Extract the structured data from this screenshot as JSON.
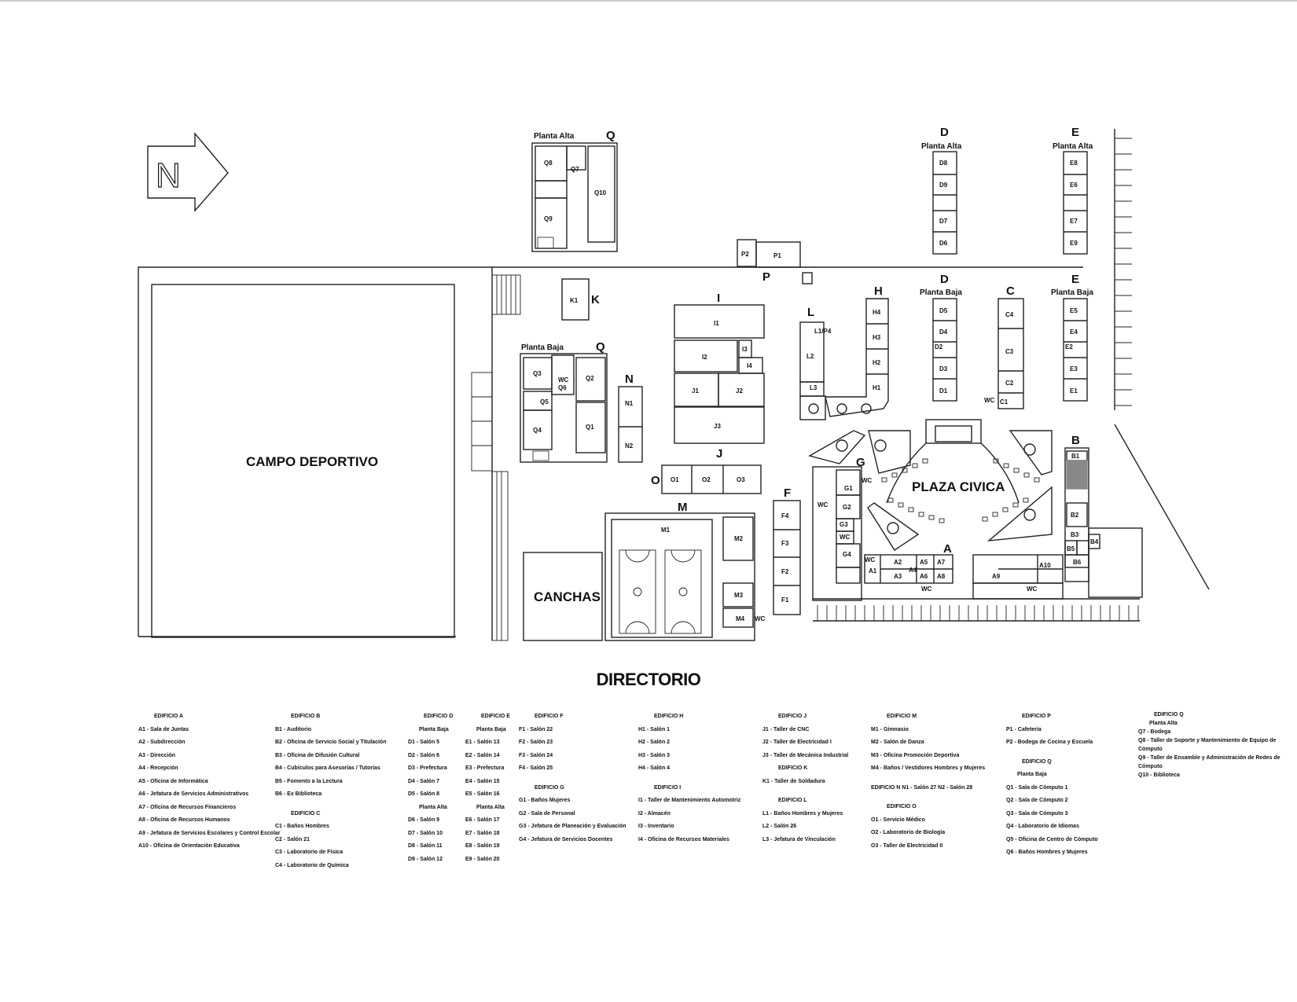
{
  "map": {
    "north_label": "N",
    "campo": "CAMPO DEPORTIVO",
    "canchas": "CANCHAS",
    "plaza": "PLAZA CIVICA",
    "building_letters": {
      "A": "A",
      "B": "B",
      "C": "C",
      "D_top": "D",
      "D_bottom": "D",
      "E_top": "E",
      "E_bottom": "E",
      "H": "H",
      "I": "I",
      "J": "J",
      "K": "K",
      "L": "L",
      "M": "M",
      "N": "N",
      "O": "O",
      "P": "P",
      "F": "F",
      "G": "G",
      "Q_top": "Q",
      "Q_bottom": "Q"
    },
    "floor_labels": {
      "q_alta": "Planta Alta",
      "q_baja": "Planta Baja",
      "d_alta": "Planta Alta",
      "d_baja": "Planta Baja",
      "e_alta": "Planta Alta",
      "e_baja": "Planta Baja"
    },
    "rooms": {
      "q_alta": [
        "Q8",
        "Q7",
        "Q10",
        "Q9"
      ],
      "q_baja": [
        "Q3",
        "Q2",
        "Q5",
        "Q4",
        "Q1",
        "WC",
        "Q6"
      ],
      "d_alta": [
        "D8",
        "D9",
        "D7",
        "D6"
      ],
      "e_alta": [
        "E8",
        "E6",
        "E7",
        "E9"
      ],
      "d_baja": [
        "D5",
        "D4",
        "D2",
        "D3",
        "D1"
      ],
      "e_baja": [
        "E5",
        "E4",
        "E2",
        "E3",
        "E1"
      ],
      "c": [
        "C4",
        "C3",
        "C2",
        "C1",
        "WC"
      ],
      "h": [
        "H4",
        "H3",
        "H2",
        "H1"
      ],
      "l": [
        "L1/P4",
        "L2",
        "L3"
      ],
      "i": [
        "I1",
        "I2",
        "I3",
        "I4"
      ],
      "j": [
        "J1",
        "J2",
        "J3"
      ],
      "k": [
        "K1"
      ],
      "n": [
        "N1",
        "N2"
      ],
      "o": [
        "O1",
        "O2",
        "O3"
      ],
      "p": [
        "P2",
        "P1"
      ],
      "f": [
        "F4",
        "F3",
        "F2",
        "F1"
      ],
      "m": [
        "M1",
        "M2",
        "M3",
        "M4",
        "WC"
      ],
      "g": [
        "G1",
        "WC",
        "G2",
        "G3",
        "G4",
        "WC",
        "WC"
      ],
      "a": [
        "A1",
        "A2",
        "A3",
        "A4",
        "A5",
        "A6",
        "A7",
        "A8",
        "A9",
        "A10",
        "WC",
        "WC",
        "WC"
      ],
      "b": [
        "B1",
        "B2",
        "B3",
        "B4",
        "B5",
        "B6"
      ]
    }
  },
  "directory": {
    "title": "DIRECTORIO",
    "columns": [
      {
        "items": [
          {
            "t": "h",
            "v": "EDIFICIO A"
          },
          {
            "v": "A1 - Sala de Juntas"
          },
          {
            "v": "A2 - Subdirección"
          },
          {
            "v": "A3 - Dirección"
          },
          {
            "v": "A4 - Recepción"
          },
          {
            "v": "A5 - Oficina de Informática"
          },
          {
            "v": "A6 - Jefatura de Servicios Administrativos"
          },
          {
            "v": "A7 - Oficina de Recursos Financieros"
          },
          {
            "v": "A8 - Oficina de Recursos Humanos"
          },
          {
            "v": "A9 - Jefatura de Servicios Escolares y Control Escolar"
          },
          {
            "v": "A10 - Oficina de Orientación Educativa"
          }
        ]
      },
      {
        "items": [
          {
            "t": "h",
            "v": "EDIFICIO B"
          },
          {
            "v": "B1 - Auditorio"
          },
          {
            "v": "B2 - Oficina de Servicio Social y Titulación"
          },
          {
            "v": "B3 - Oficina de Difusión Cultural"
          },
          {
            "v": "B4 - Cubículos para Asesorías / Tutorías"
          },
          {
            "v": "B5 - Fomento a la Lectura"
          },
          {
            "v": "B6 - Ex Biblioteca"
          },
          {
            "t": "gap",
            "v": ""
          },
          {
            "t": "h",
            "v": "EDIFICIO C"
          },
          {
            "v": "C1 - Baños Hombres"
          },
          {
            "v": "C2 - Salón 21"
          },
          {
            "v": "C3 - Laboratorio de Física"
          },
          {
            "v": "C4 - Laboratorio de Química"
          }
        ]
      },
      {
        "items": [
          {
            "t": "h",
            "v": "EDIFICIO D"
          },
          {
            "t": "sub",
            "v": "Planta Baja"
          },
          {
            "v": "D1 - Salón 5"
          },
          {
            "v": "D2 - Salón 6"
          },
          {
            "v": "D3 - Prefectura"
          },
          {
            "v": "D4 - Salón 7"
          },
          {
            "v": "D5 - Salón 8"
          },
          {
            "t": "sub",
            "v": "Planta Alta"
          },
          {
            "v": "D6 - Salón 9"
          },
          {
            "v": "D7 - Salón 10"
          },
          {
            "v": "D8 - Salón 11"
          },
          {
            "v": "D9 - Salón 12"
          }
        ]
      },
      {
        "items": [
          {
            "t": "h",
            "v": "EDIFICIO E"
          },
          {
            "t": "sub",
            "v": "Planta Baja"
          },
          {
            "v": "E1 - Salón 13"
          },
          {
            "v": "E2 - Salón 14"
          },
          {
            "v": "E3 - Prefectura"
          },
          {
            "v": "E4 - Salón 15"
          },
          {
            "v": "E5 - Salón 16"
          },
          {
            "t": "sub",
            "v": "Planta Alta"
          },
          {
            "v": "E6 - Salón 17"
          },
          {
            "v": "E7 - Salón 18"
          },
          {
            "v": "E8 - Salón 19"
          },
          {
            "v": "E9 - Salón 20"
          }
        ]
      },
      {
        "items": [
          {
            "t": "h",
            "v": "EDIFICIO F"
          },
          {
            "v": "F1 - Salón 22"
          },
          {
            "v": "F2 - Salón 23"
          },
          {
            "v": "F3 - Salón 24"
          },
          {
            "v": "F4 - Salón 25"
          },
          {
            "t": "gap",
            "v": ""
          },
          {
            "t": "h",
            "v": "EDIFICIO G"
          },
          {
            "v": "G1 - Baños Mujeres"
          },
          {
            "v": "G2 - Sala de Personal"
          },
          {
            "v": "G3 - Jefatura de Planeación y Evaluación"
          },
          {
            "v": "G4 - Jefatura de Servicios Docentes"
          }
        ]
      },
      {
        "items": [
          {
            "t": "h",
            "v": "EDIFICIO H"
          },
          {
            "v": "H1 - Salón 1"
          },
          {
            "v": "H2 - Salón 2"
          },
          {
            "v": "H3 - Salón 3"
          },
          {
            "v": "H4 - Salón 4"
          },
          {
            "t": "gap",
            "v": ""
          },
          {
            "t": "h",
            "v": "EDIFICIO I"
          },
          {
            "v": "I1 - Taller de Mantenimiento Automotriz"
          },
          {
            "v": "I2 - Almacén"
          },
          {
            "v": "I3 - Inventario"
          },
          {
            "v": "I4 - Oficina de Recursos Materiales"
          }
        ]
      },
      {
        "items": [
          {
            "t": "h",
            "v": "EDIFICIO J"
          },
          {
            "v": "J1 - Taller de CNC"
          },
          {
            "v": "J2 - Taller de Electricidad I"
          },
          {
            "v": "J3 - Taller de Mecánica Industrial"
          },
          {
            "t": "h",
            "v": "EDIFICIO K"
          },
          {
            "v": "K1 - Taller de Soldadura"
          },
          {
            "t": "gap",
            "v": ""
          },
          {
            "t": "h",
            "v": "EDIFICIO L"
          },
          {
            "v": "L1 - Baños Hombres y Mujeres"
          },
          {
            "v": "L2 - Salón 26"
          },
          {
            "v": "L3 - Jefatura de Vinculación"
          }
        ]
      },
      {
        "items": [
          {
            "t": "h",
            "v": "EDIFICIO M"
          },
          {
            "v": "M1 - Gimnasio"
          },
          {
            "v": "M2 - Salón de Danza"
          },
          {
            "v": "M3 - Oficina Promoción Deportiva"
          },
          {
            "v": "M4 - Baños / Vestidores Hombres y Mujeres"
          },
          {
            "t": "gap",
            "v": ""
          },
          {
            "v": "EDIFICIO N   N1 - Salón 27  N2 - Salón 28"
          },
          {
            "t": "gap",
            "v": ""
          },
          {
            "t": "h",
            "v": "EDIFICIO O"
          },
          {
            "v": "O1 - Servicio Médico"
          },
          {
            "v": "O2 - Laboratorio de Biología"
          },
          {
            "v": "O3 - Taller de Electricidad II"
          }
        ]
      },
      {
        "items": [
          {
            "t": "h",
            "v": "EDIFICIO P"
          },
          {
            "v": "P1 - Cafetería"
          },
          {
            "v": "P2 - Bodega de Cocina y Escuela"
          },
          {
            "t": "gap",
            "v": ""
          },
          {
            "t": "h",
            "v": "EDIFICIO Q"
          },
          {
            "t": "sub",
            "v": "Planta Baja"
          },
          {
            "v": "Q1 - Sala de Cómputo 1"
          },
          {
            "v": "Q2 - Sala de Cómputo 2"
          },
          {
            "v": "Q3 - Sala de Cómputo 3"
          },
          {
            "v": "Q4 - Laboratorio de Idiomas"
          },
          {
            "v": "Q5 - Oficina de Centro de Cómputo"
          },
          {
            "v": "Q6 - Baños Hombres y Mujeres"
          }
        ]
      },
      {
        "items": [
          {
            "t": "h",
            "v": "EDIFICIO Q"
          },
          {
            "t": "sub",
            "v": "Planta Alta"
          },
          {
            "v": "Q7 - Bodega"
          },
          {
            "v": "Q8 - Taller de Soporte y Mantenimiento de Equipo de Cómputo"
          },
          {
            "v": "Q9 - Taller de Ensamble y Administración de Redes de Cómputo"
          },
          {
            "v": "Q10 - Biblioteca"
          }
        ]
      }
    ]
  }
}
